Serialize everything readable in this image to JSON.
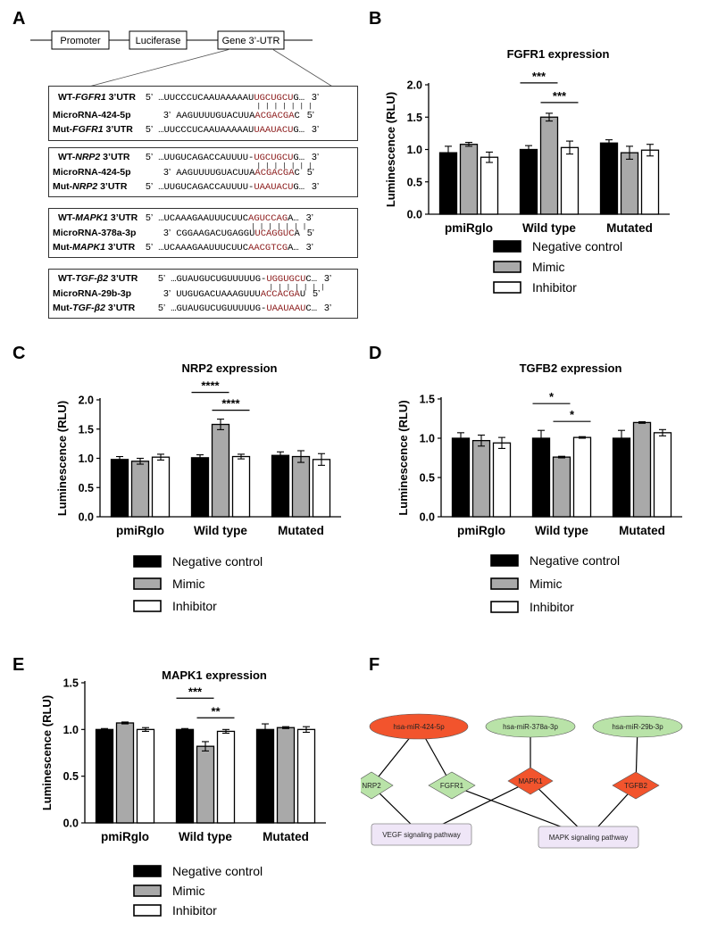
{
  "panels": {
    "A": "A",
    "B": "B",
    "C": "C",
    "D": "D",
    "E": "E",
    "F": "F"
  },
  "construct": {
    "promoter": "Promoter",
    "luciferase": "Luciferase",
    "utr": "Gene 3’-UTR"
  },
  "sequences": [
    {
      "rows": [
        {
          "label_pre": "WT-",
          "label_gene": "FGFR1",
          "label_post": " 3’UTR",
          "p5": "5’",
          "seq": "…UUCCCUCAAUAAAAAU",
          "red": "UGCUGCU",
          "tail": "G…",
          "p3": "3’",
          "bars": "| | | | | | |"
        },
        {
          "label_pre": "",
          "label_gene": "",
          "label_post": "MicroRNA-424-5p",
          "p5": "3’",
          "seq": "AAGUUUUGUACUUA",
          "red": "ACGACGA",
          "tail": "C",
          "p3": "5’"
        },
        {
          "label_pre": "Mut-",
          "label_gene": "FGFR1",
          "label_post": " 3’UTR",
          "p5": "5’",
          "seq": "…UUCCCUCAAUAAAAAU",
          "red": "UAAUACU",
          "tail": "G…",
          "p3": "3’"
        }
      ]
    },
    {
      "rows": [
        {
          "label_pre": "WT-",
          "label_gene": "NRP2",
          "label_post": " 3’UTR",
          "p5": "5’",
          "seq": "…UUGUCAGACCAUUUU-",
          "red": "UGCUGCU",
          "tail": "G…",
          "p3": "3’",
          "bars": "| | | | | | |"
        },
        {
          "label_pre": "",
          "label_gene": "",
          "label_post": "MicroRNA-424-5p",
          "p5": "3’",
          "seq": "AAGUUUUGUACUUA",
          "red": "ACGACGA",
          "tail": "C",
          "p3": "5’"
        },
        {
          "label_pre": "Mut-",
          "label_gene": "NRP2",
          "label_post": " 3’UTR",
          "p5": "5’",
          "seq": "…UUGUCAGACCAUUUU-",
          "red": "UAAUACU",
          "tail": "G…",
          "p3": "3’"
        }
      ]
    },
    {
      "rows": [
        {
          "label_pre": "WT-",
          "label_gene": "MAPK1",
          "label_post": " 3’UTR",
          "p5": "5’",
          "seq": "…UCAAAGAAUUUCUUC",
          "red": "AGUCCAG",
          "tail": "A…",
          "p3": "3’",
          "bars": "| | | | | | |"
        },
        {
          "label_pre": "",
          "label_gene": "",
          "label_post": "MicroRNA-378a-3p",
          "p5": "3’",
          "seq": "CGGAAGACUGAGGU",
          "red": "UCAGGUC",
          "tail": "A",
          "p3": "5’"
        },
        {
          "label_pre": "Mut-",
          "label_gene": "MAPK1",
          "label_post": " 3’UTR",
          "p5": "5’",
          "seq": "…UCAAAGAAUUUCUUC",
          "red": "AACGTCG",
          "tail": "A…",
          "p3": "3’"
        }
      ]
    },
    {
      "rows": [
        {
          "label_pre": "WT-",
          "label_gene": "TGF-β2",
          "label_post": " 3’UTR",
          "p5": "5’",
          "seq": "…GUAUGUCUGUUUUUG-",
          "red": "UGGUGCU",
          "tail": "C…",
          "p3": "3’",
          "bars": "| | | | | | |"
        },
        {
          "label_pre": "",
          "label_gene": "",
          "label_post": "MicroRNA-29b-3p",
          "p5": "3’",
          "seq": "UUGUGACUAAAGUUU",
          "red": "ACCACGA",
          "tail": "U",
          "p3": "5’"
        },
        {
          "label_pre": "Mut-",
          "label_gene": "TGF-β2",
          "label_post": " 3’UTR",
          "p5": "5’",
          "seq": "…GUAUGUCUGUUUUUG-",
          "red": "UAAUAAU",
          "tail": "C…",
          "p3": "3’"
        }
      ]
    }
  ],
  "legend": [
    {
      "label": "Negative control",
      "color": "#000000"
    },
    {
      "label": "Mimic",
      "color": "#a9a9a9"
    },
    {
      "label": "Inhibitor",
      "color": "#ffffff"
    }
  ],
  "chart_data": [
    {
      "id": "B",
      "type": "bar",
      "title": "FGFR1 expression",
      "ylabel": "Luminescence (RLU)",
      "categories": [
        "pmiRglo",
        "Wild type",
        "Mutated"
      ],
      "ylim": [
        0,
        2.0
      ],
      "yticks": [
        "0.0",
        "0.5",
        "1.0",
        "1.5",
        "2.0"
      ],
      "series": [
        {
          "name": "Negative control",
          "values": [
            0.95,
            1.0,
            1.1
          ],
          "errors": [
            0.1,
            0.06,
            0.05
          ]
        },
        {
          "name": "Mimic",
          "values": [
            1.08,
            1.5,
            0.95
          ],
          "errors": [
            0.03,
            0.06,
            0.1
          ]
        },
        {
          "name": "Inhibitor",
          "values": [
            0.88,
            1.03,
            0.99
          ],
          "errors": [
            0.08,
            0.1,
            0.09
          ]
        }
      ],
      "significance": [
        {
          "label": "***",
          "from": [
            1,
            0
          ],
          "to": [
            1,
            1
          ]
        },
        {
          "label": "***",
          "from": [
            1,
            1
          ],
          "to": [
            1,
            2
          ]
        }
      ]
    },
    {
      "id": "C",
      "type": "bar",
      "title": "NRP2 expression",
      "ylabel": "Luminescence (RLU)",
      "categories": [
        "pmiRglo",
        "Wild type",
        "Mutated"
      ],
      "ylim": [
        0,
        2.0
      ],
      "yticks": [
        "0.0",
        "0.5",
        "1.0",
        "1.5",
        "2.0"
      ],
      "series": [
        {
          "name": "Negative control",
          "values": [
            0.98,
            1.01,
            1.05
          ],
          "errors": [
            0.05,
            0.05,
            0.06
          ]
        },
        {
          "name": "Mimic",
          "values": [
            0.95,
            1.58,
            1.03
          ],
          "errors": [
            0.05,
            0.09,
            0.1
          ]
        },
        {
          "name": "Inhibitor",
          "values": [
            1.02,
            1.03,
            0.98
          ],
          "errors": [
            0.05,
            0.04,
            0.1
          ]
        }
      ],
      "significance": [
        {
          "label": "****",
          "from": [
            1,
            0
          ],
          "to": [
            1,
            1
          ]
        },
        {
          "label": "****",
          "from": [
            1,
            1
          ],
          "to": [
            1,
            2
          ]
        }
      ]
    },
    {
      "id": "D",
      "type": "bar",
      "title": "TGFB2 expression",
      "ylabel": "Luminescence (RLU)",
      "categories": [
        "pmiRglo",
        "Wild type",
        "Mutated"
      ],
      "ylim": [
        0,
        1.5
      ],
      "yticks": [
        "0.0",
        "0.5",
        "1.0",
        "1.5"
      ],
      "series": [
        {
          "name": "Negative control",
          "values": [
            1.0,
            1.0,
            1.0
          ],
          "errors": [
            0.07,
            0.1,
            0.1
          ]
        },
        {
          "name": "Mimic",
          "values": [
            0.97,
            0.76,
            1.2
          ],
          "errors": [
            0.07,
            0.01,
            0.01
          ]
        },
        {
          "name": "Inhibitor",
          "values": [
            0.94,
            1.01,
            1.07
          ],
          "errors": [
            0.07,
            0.01,
            0.04
          ]
        }
      ],
      "significance": [
        {
          "label": "*",
          "from": [
            1,
            0
          ],
          "to": [
            1,
            1
          ]
        },
        {
          "label": "*",
          "from": [
            1,
            1
          ],
          "to": [
            1,
            2
          ]
        }
      ]
    },
    {
      "id": "E",
      "type": "bar",
      "title": "MAPK1 expression",
      "ylabel": "Luminescence (RLU)",
      "categories": [
        "pmiRglo",
        "Wild type",
        "Mutated"
      ],
      "ylim": [
        0,
        1.5
      ],
      "yticks": [
        "0.0",
        "0.5",
        "1.0",
        "1.5"
      ],
      "series": [
        {
          "name": "Negative control",
          "values": [
            1.0,
            1.0,
            1.0
          ],
          "errors": [
            0.01,
            0.01,
            0.06
          ]
        },
        {
          "name": "Mimic",
          "values": [
            1.07,
            0.82,
            1.02
          ],
          "errors": [
            0.01,
            0.05,
            0.01
          ]
        },
        {
          "name": "Inhibitor",
          "values": [
            1.0,
            0.98,
            1.0
          ],
          "errors": [
            0.02,
            0.02,
            0.03
          ]
        }
      ],
      "significance": [
        {
          "label": "***",
          "from": [
            1,
            0
          ],
          "to": [
            1,
            1
          ]
        },
        {
          "label": "**",
          "from": [
            1,
            1
          ],
          "to": [
            1,
            2
          ]
        }
      ]
    }
  ],
  "network": {
    "nodes": [
      {
        "id": "mir424",
        "label": "hsa-miR-424-5p",
        "shape": "ellipse",
        "color": "#f2542d"
      },
      {
        "id": "mir378",
        "label": "hsa-miR-378a-3p",
        "shape": "ellipse",
        "color": "#b9e3a8"
      },
      {
        "id": "mir29",
        "label": "hsa-miR-29b-3p",
        "shape": "ellipse",
        "color": "#b9e3a8"
      },
      {
        "id": "nrp2",
        "label": "NRP2",
        "shape": "diamond",
        "color": "#b9e3a8"
      },
      {
        "id": "fgfr1",
        "label": "FGFR1",
        "shape": "diamond",
        "color": "#b9e3a8"
      },
      {
        "id": "mapk1",
        "label": "MAPK1",
        "shape": "diamond",
        "color": "#f2542d"
      },
      {
        "id": "tgfb2",
        "label": "TGFB2",
        "shape": "diamond",
        "color": "#f2542d"
      },
      {
        "id": "vegf",
        "label": "VEGF signaling pathway",
        "shape": "rect",
        "color": "#efe6f7"
      },
      {
        "id": "mapk",
        "label": "MAPK signaling pathway",
        "shape": "rect",
        "color": "#efe6f7"
      }
    ],
    "edges": [
      [
        "mir424",
        "nrp2"
      ],
      [
        "mir424",
        "fgfr1"
      ],
      [
        "mir378",
        "mapk1"
      ],
      [
        "mir29",
        "tgfb2"
      ],
      [
        "nrp2",
        "vegf"
      ],
      [
        "mapk1",
        "vegf"
      ],
      [
        "fgfr1",
        "mapk"
      ],
      [
        "mapk1",
        "mapk"
      ],
      [
        "tgfb2",
        "mapk"
      ]
    ]
  }
}
